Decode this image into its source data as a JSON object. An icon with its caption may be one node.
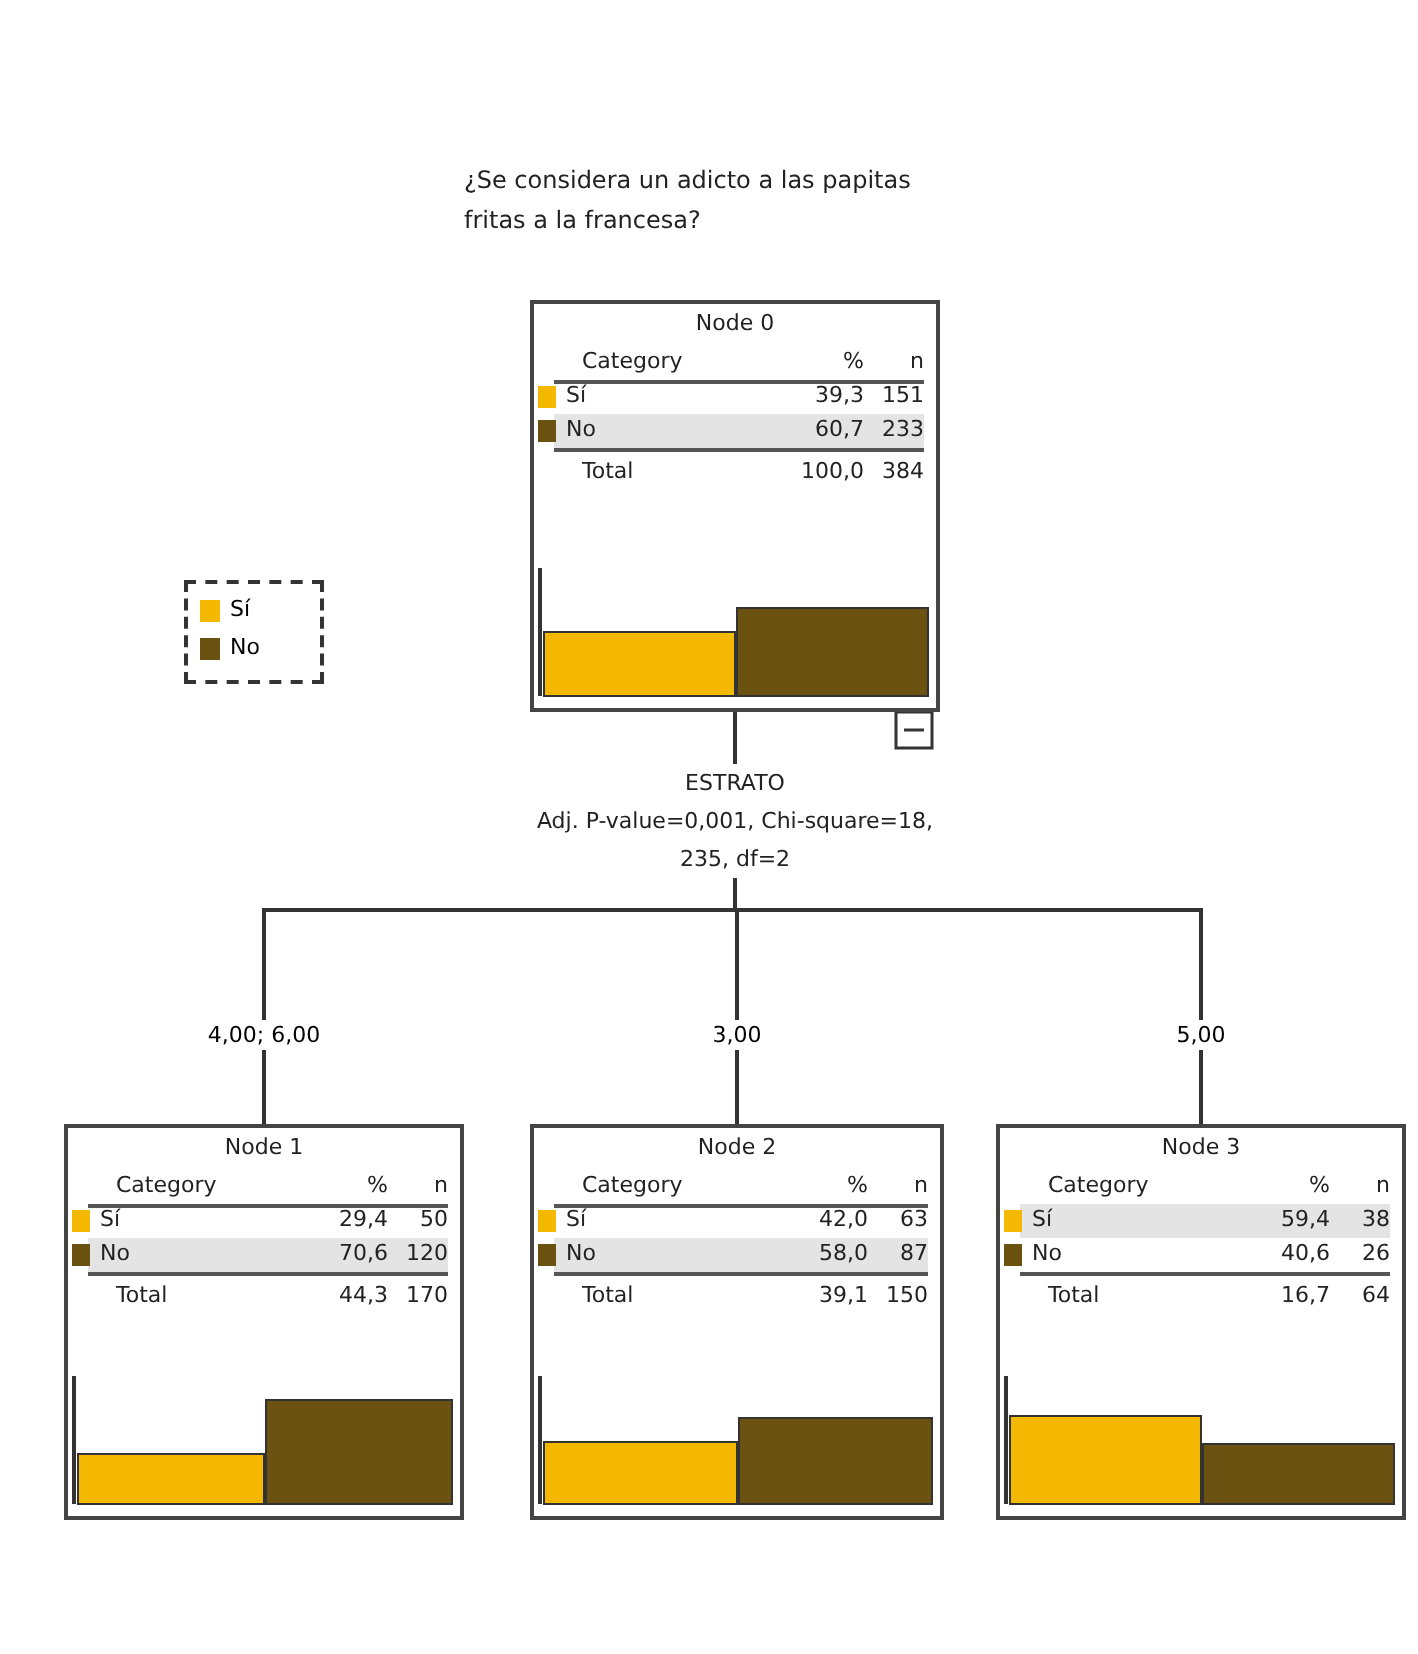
{
  "diagram": {
    "title": "¿Se considera un adicto a las papitas fritas a la francesa?",
    "nodes": [
      {
        "text": [
          "Node 0",
          "Category",
          "%",
          "n",
          "Sí",
          "39,3",
          "151",
          "No",
          "60,7",
          "233",
          "Total",
          "100,0",
          "384"
        ],
        "beside": [
          "ESTRATO",
          "Adj. P-value=0,001, Chi-square=18, 235, df=2"
        ]
      },
      {
        "text": [
          "Node 1",
          "Category",
          "%",
          "n",
          "Sí",
          "29,4",
          "50",
          "No",
          "70,6",
          "120",
          "Total",
          "44,3",
          "170"
        ]
      },
      {
        "text": [
          "Node 2",
          "Category",
          "%",
          "n",
          "Sí",
          "42,0",
          "63",
          "No",
          "58,0",
          "87",
          "Total",
          "39,1",
          "150"
        ]
      },
      {
        "text": [
          "Node 3",
          "Category",
          "%",
          "n",
          "Sí",
          "59,4",
          "38",
          "No",
          "40,6",
          "26",
          "Total",
          "16,7",
          "64"
        ]
      }
    ],
    "edges": [
      {
        "from": 0,
        "to": 1,
        "arrow": "none",
        "label": "4,00; 6,00"
      },
      {
        "from": 0,
        "to": 2,
        "arrow": "none",
        "label": "3,00"
      },
      {
        "from": 0,
        "to": 3,
        "arrow": "none",
        "label": "5,00"
      }
    ],
    "legend": [
      {
        "text": "Sí",
        "color": "#f5b800"
      },
      {
        "text": "No",
        "color": "#6b5210"
      }
    ]
  }
}
